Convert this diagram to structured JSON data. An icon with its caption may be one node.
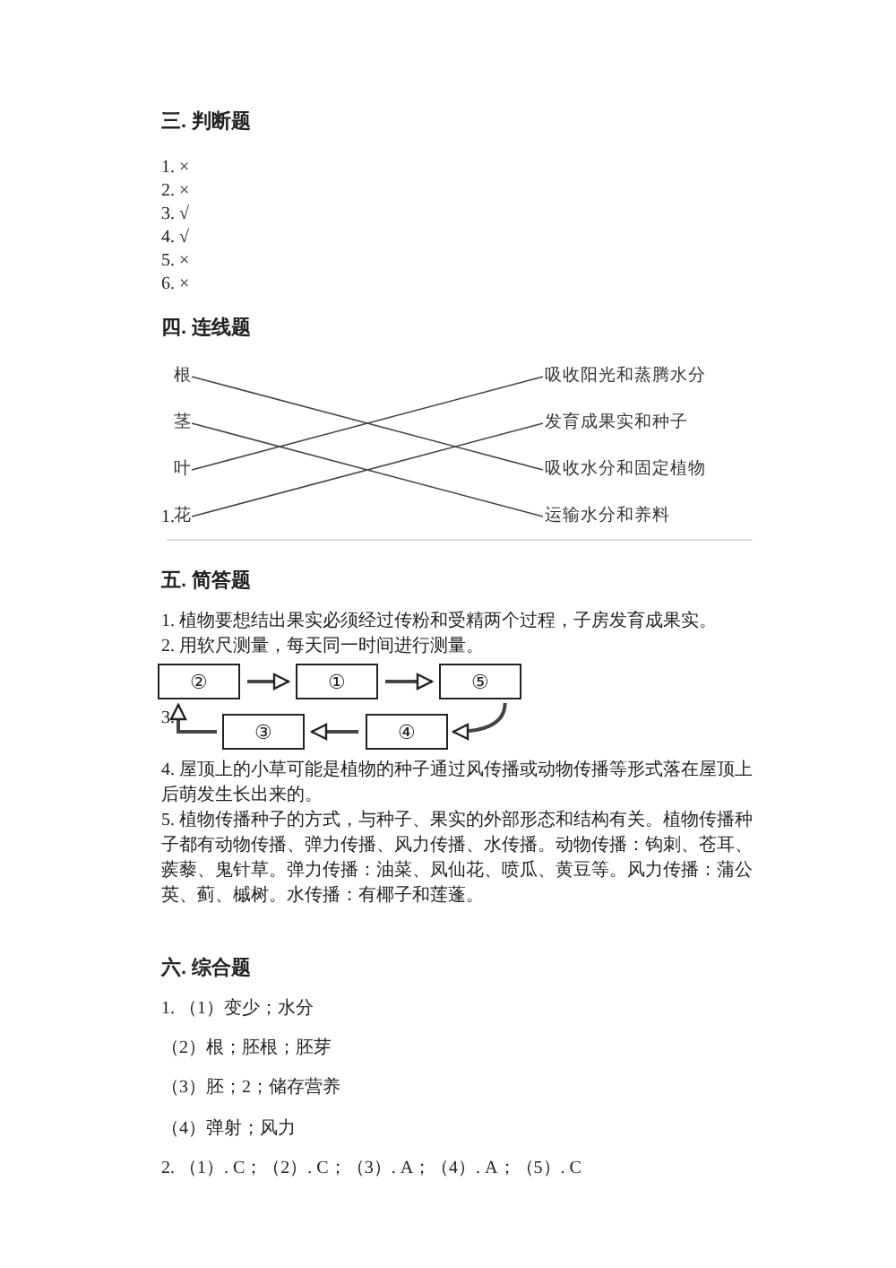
{
  "diagram": {
    "nodes": [
      {
        "text": [
          "根"
        ]
      },
      {
        "text": [
          "茎"
        ]
      },
      {
        "text": [
          "叶"
        ]
      },
      {
        "text": [
          "花"
        ]
      },
      {
        "text": [
          "吸收阳光和蒸腾水分"
        ]
      },
      {
        "text": [
          "发育成果实和种子"
        ]
      },
      {
        "text": [
          "吸收水分和固定植物"
        ]
      },
      {
        "text": [
          "运输水分和养料"
        ]
      },
      {
        "text": [
          "②"
        ]
      },
      {
        "text": [
          "①"
        ]
      },
      {
        "text": [
          "⑤"
        ]
      },
      {
        "text": [
          "③"
        ]
      },
      {
        "text": [
          "④"
        ]
      }
    ],
    "edges": [
      {
        "from": 0,
        "to": 6,
        "arrow": "none"
      },
      {
        "from": 1,
        "to": 7,
        "arrow": "none"
      },
      {
        "from": 2,
        "to": 4,
        "arrow": "none"
      },
      {
        "from": 3,
        "to": 5,
        "arrow": "none"
      },
      {
        "from": 8,
        "to": 9,
        "arrow": "to"
      },
      {
        "from": 9,
        "to": 10,
        "arrow": "to"
      },
      {
        "from": 10,
        "to": 12,
        "arrow": "to"
      },
      {
        "from": 12,
        "to": 11,
        "arrow": "to"
      },
      {
        "from": 11,
        "to": 8,
        "arrow": "to"
      }
    ],
    "labels": [
      "三. 判断题",
      "1. ×",
      "2. ×",
      "3. √",
      "4. √",
      "5. ×",
      "6. ×",
      "四. 连线题",
      "1.",
      "五. 简答题",
      "1. 植物要想结出果实必须经过传粉和受精两个过程，子房发育成果实。",
      "2. 用软尺测量，每天同一时间进行测量。",
      "3.",
      "4. 屋顶上的小草可能是植物的种子通过风传播或动物传播等形式落在屋顶上后萌发生长出来的。",
      "5. 植物传播种子的方式，与种子、果实的外部形态和结构有关。植物传播种子都有动物传播、弹力传播、风力传播、水传播。动物传播：钩刺、苍耳、蒺藜、鬼针草。弹力传播：油菜、凤仙花、喷瓜、黄豆等。风力传播：蒲公英、蓟、槭树。水传播：有椰子和莲蓬。",
      "六. 综合题",
      "1. （1）变少；水分",
      "（2）根；胚根；胚芽",
      "（3）胚；2；储存营养",
      "（4）弹射；风力",
      "2. （1）. C；（2）. C；（3）. A；（4）. A；（5）. C"
    ]
  }
}
